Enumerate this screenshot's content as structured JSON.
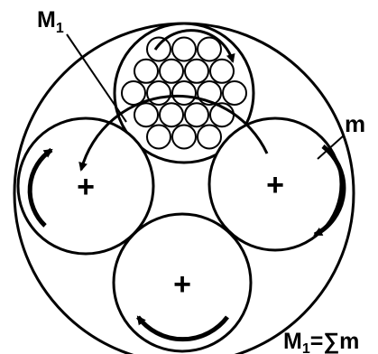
{
  "labels": {
    "m1_top": "M",
    "m1_top_sub": "1",
    "m_right": "m",
    "formula_m": "M",
    "formula_sub": "1",
    "formula_rest": "=∑m"
  },
  "rollers": [
    {
      "name": "left",
      "sign": "+"
    },
    {
      "name": "right",
      "sign": "+"
    },
    {
      "name": "bottom",
      "sign": "+"
    }
  ],
  "colors": {
    "stroke": "#000000",
    "background": "#ffffff"
  }
}
